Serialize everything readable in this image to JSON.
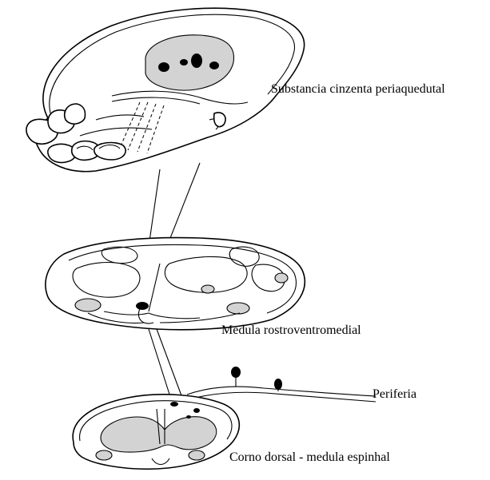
{
  "labels": {
    "pag": "Substancia cinzenta periaquedutal",
    "rvm": "Medula rostroventromedial",
    "periphery": "Periferia",
    "dorsal_horn": "Corno dorsal - medula espinhal"
  },
  "colors": {
    "line": "#000000",
    "gray_matter": "#d3d3d3",
    "background": "#ffffff"
  }
}
